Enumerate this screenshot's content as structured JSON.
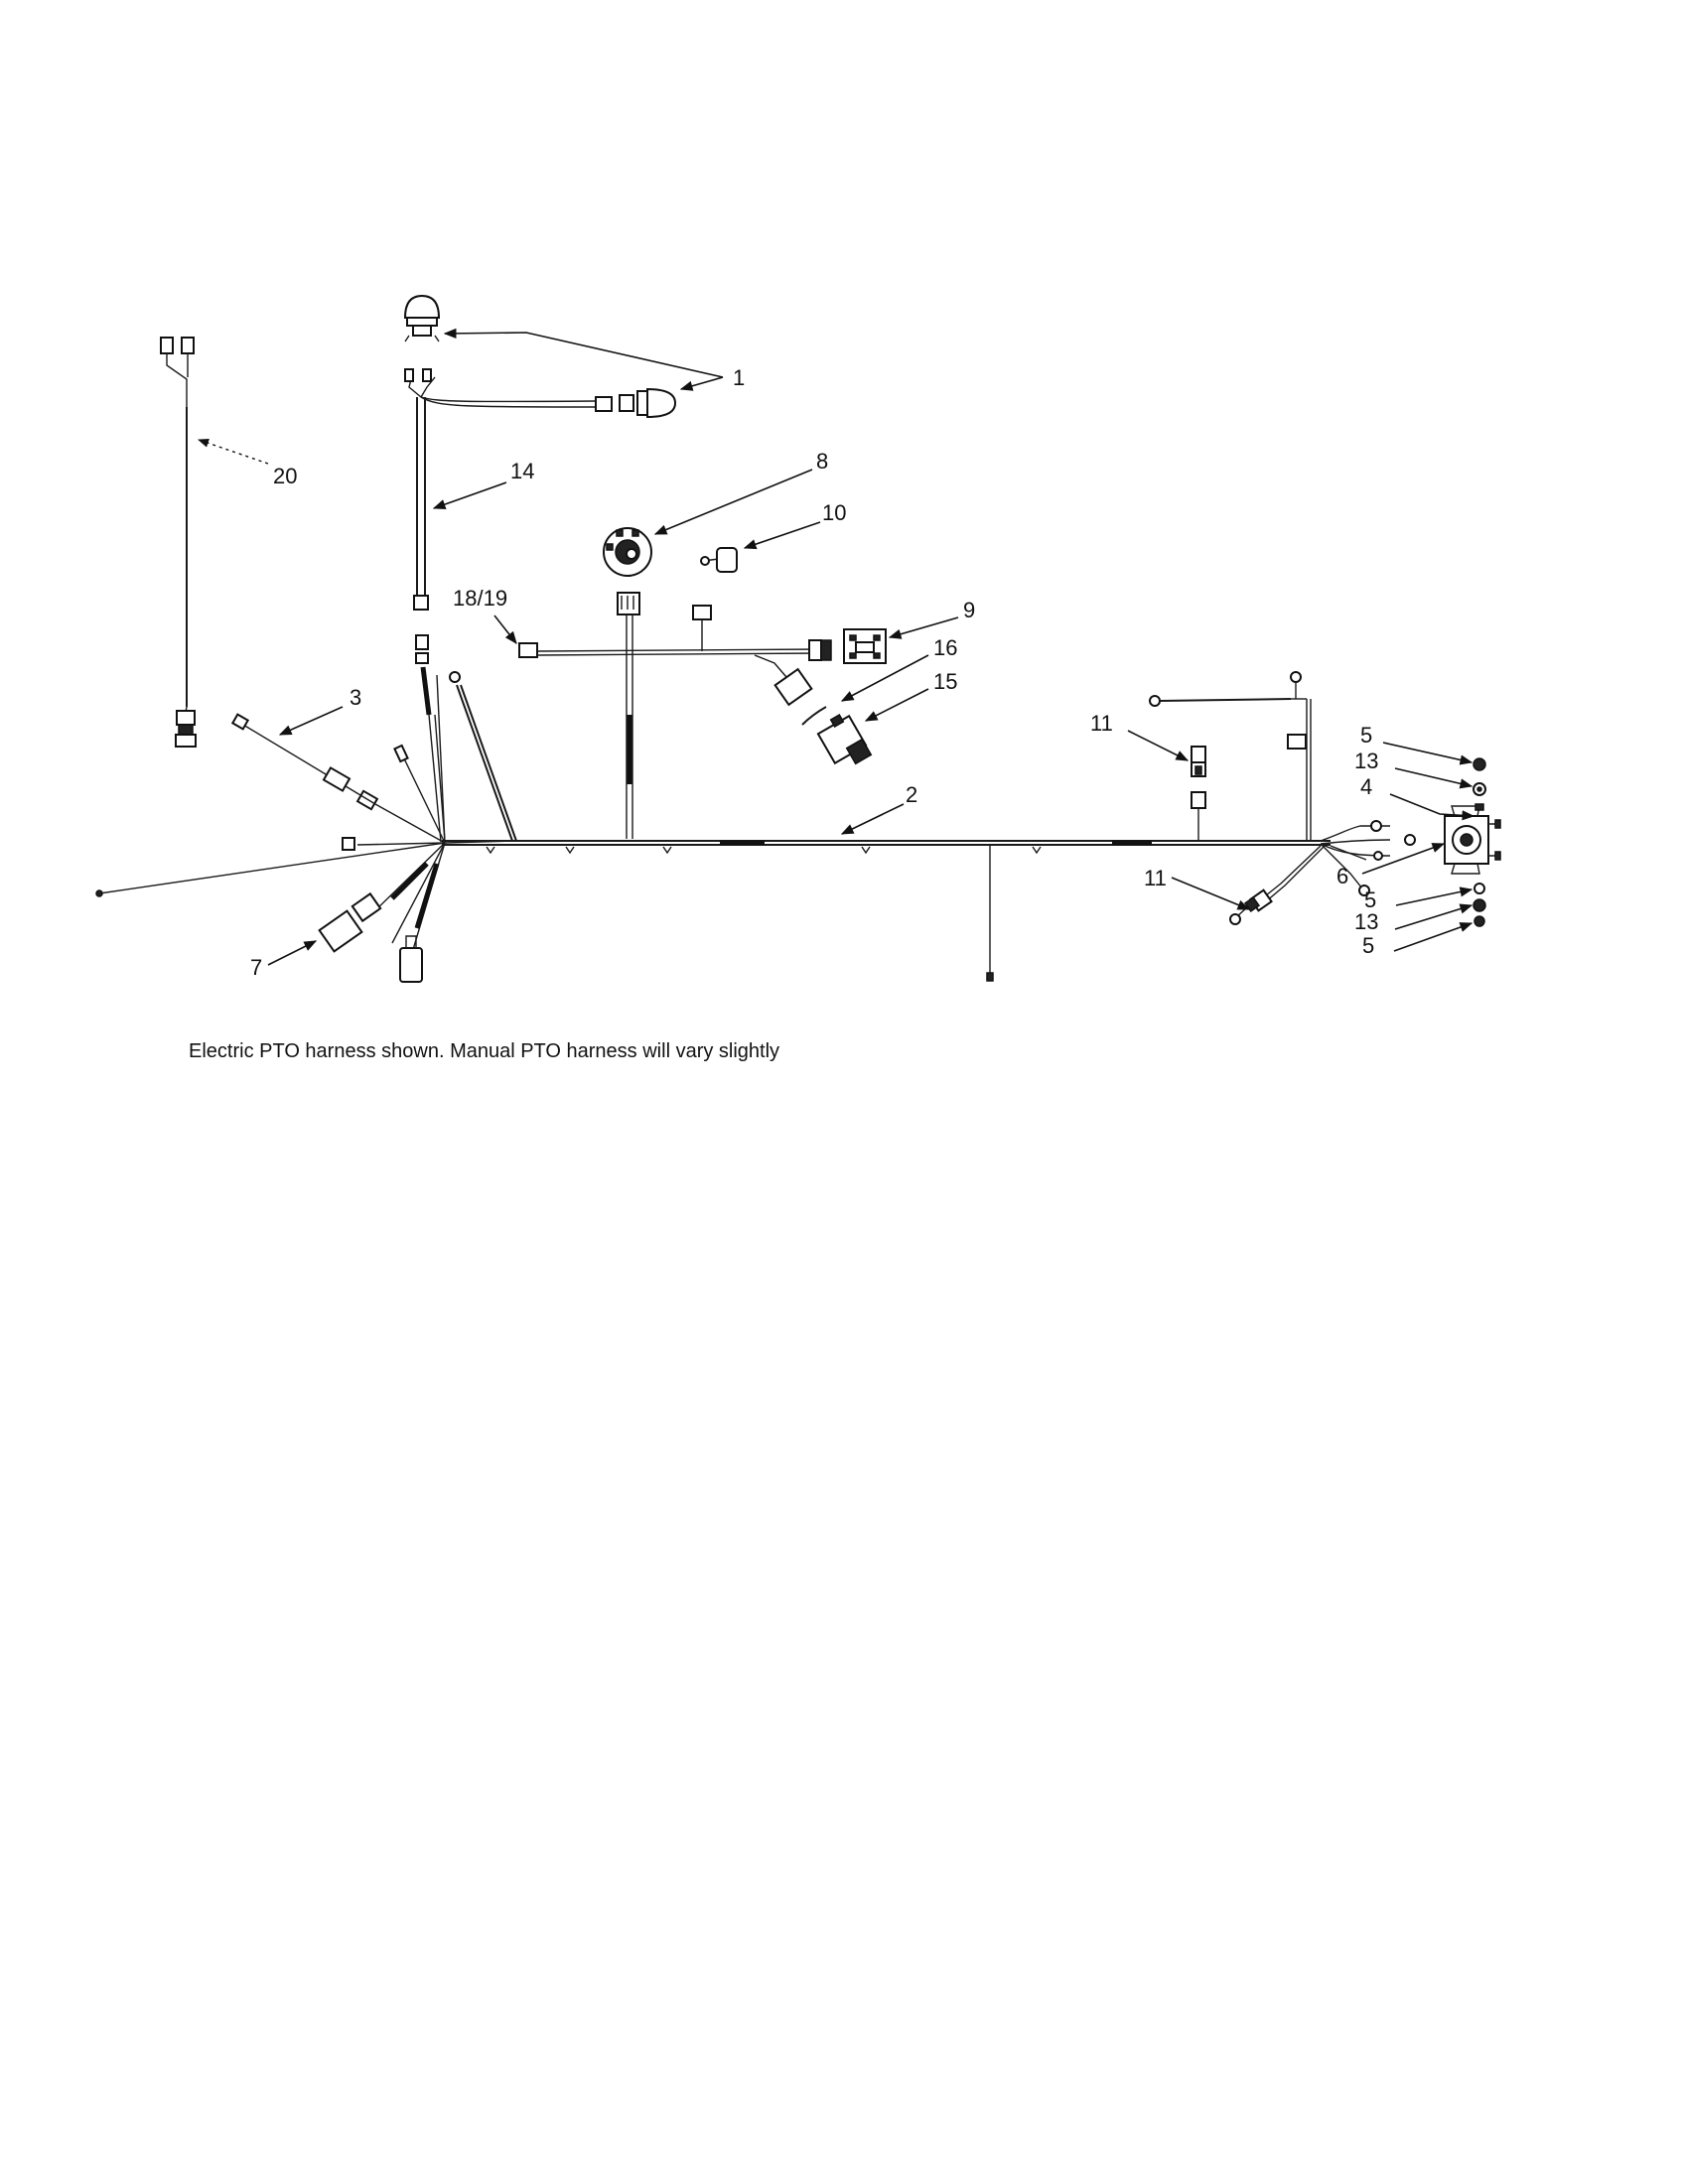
{
  "callouts": {
    "c1": "1",
    "c2": "2",
    "c3": "3",
    "c4": "4",
    "c5a": "5",
    "c5b": "5",
    "c5c": "5",
    "c6": "6",
    "c7": "7",
    "c8": "8",
    "c9": "9",
    "c10": "10",
    "c11a": "11",
    "c11b": "11",
    "c13a": "13",
    "c13b": "13",
    "c14": "14",
    "c15": "15",
    "c16": "16",
    "c1819": "18/19",
    "c20": "20"
  },
  "caption": "Electric PTO harness shown. Manual PTO harness will vary slightly"
}
